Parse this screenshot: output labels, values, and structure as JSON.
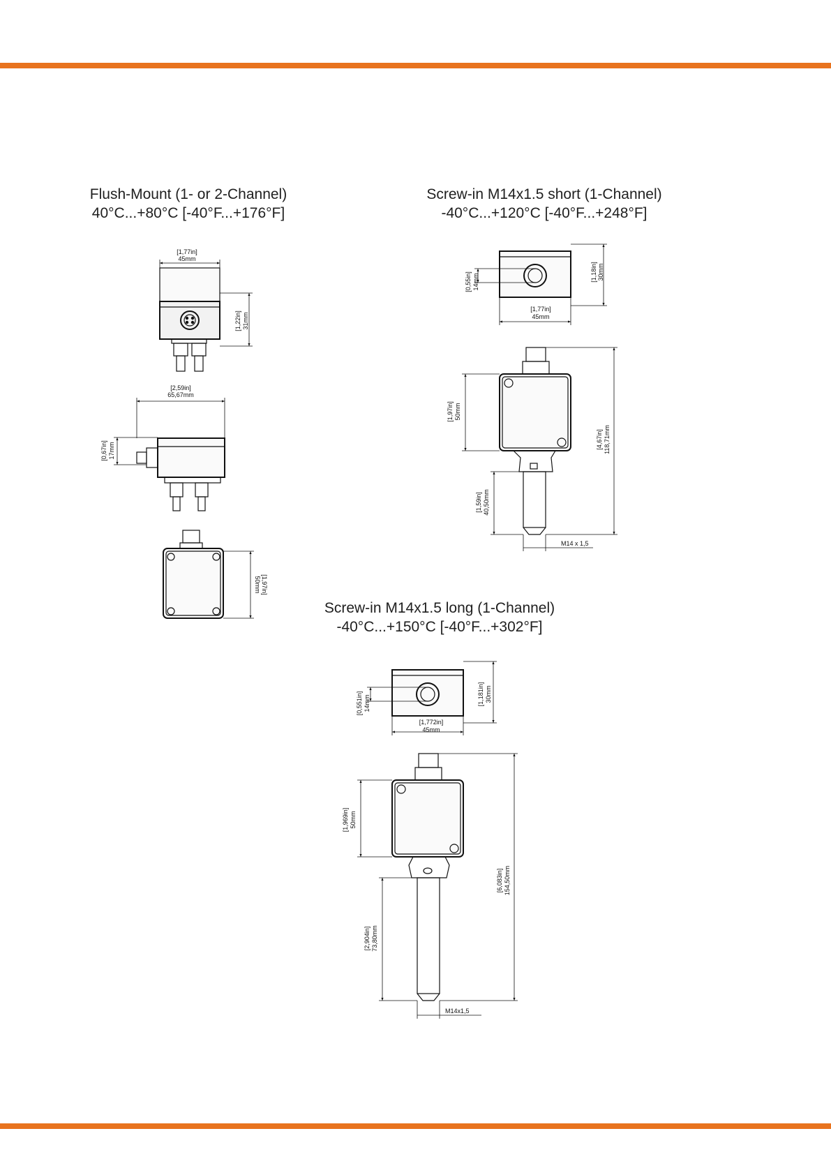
{
  "colors": {
    "accent_rule": "#e8731e"
  },
  "flush": {
    "title": "Flush-Mount (1- or 2-Channel)",
    "temp": "40°C...+80°C [-40°F...+176°F]",
    "dims": {
      "width_in": "[1,77in]",
      "width_mm": "45mm",
      "height_in": "[1,22in]",
      "height_mm": "31mm",
      "side_width_in": "[2,59in]",
      "side_width_mm": "65,67mm",
      "connector_in": "[0,67in]",
      "connector_mm": "17mm",
      "bottom_in": "[1,97in]",
      "bottom_mm": "50mm"
    }
  },
  "short": {
    "title": "Screw-in M14x1.5 short (1-Channel)",
    "temp": "-40°C...+120°C [-40°F...+248°F]",
    "dims": {
      "conn_in": "[0,55in]",
      "conn_mm": "14mm",
      "top_h_in": "[1,18in]",
      "top_h_mm": "30mm",
      "top_w_in": "[1,77in]",
      "top_w_mm": "45mm",
      "box_h_in": "[1,97in]",
      "box_h_mm": "50mm",
      "total_in": "[4,67in]",
      "total_mm": "118,71mm",
      "probe_in": "[1,59in]",
      "probe_mm": "40,50mm",
      "thread": "M14 x 1,5"
    }
  },
  "long": {
    "title": "Screw-in M14x1.5 long (1-Channel)",
    "temp": "-40°C...+150°C [-40°F...+302°F]",
    "dims": {
      "conn_in": "[0,551in]",
      "conn_mm": "14mm",
      "top_h_in": "[1,181in]",
      "top_h_mm": "30mm",
      "top_w_in": "[1,772in]",
      "top_w_mm": "45mm",
      "box_h_in": "[1,969in]",
      "box_h_mm": "50mm",
      "total_in": "[6,083in]",
      "total_mm": "154,50mm",
      "probe_in": "[2,904in]",
      "probe_mm": "73,80mm",
      "thread": "M14x1,5"
    }
  }
}
